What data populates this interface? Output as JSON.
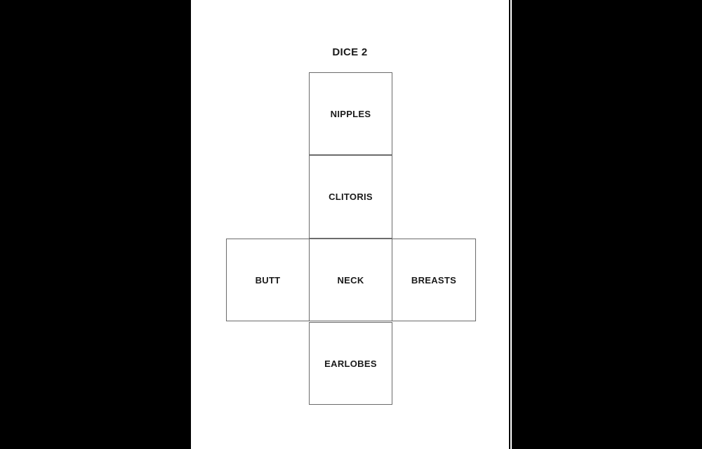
{
  "viewer": {
    "background_color": "#000000"
  },
  "page": {
    "title": "DICE 2",
    "background_color": "#ffffff",
    "line_color": "#6b6b6b",
    "text_color": "#1a1a1a"
  },
  "dice_net": {
    "description": "Unfolded cube (dice) net with six labeled faces",
    "faces": [
      {
        "position": "top-of-column",
        "label": "NIPPLES"
      },
      {
        "position": "second-in-column",
        "label": "CLITORIS"
      },
      {
        "position": "middle-row-left",
        "label": "BUTT"
      },
      {
        "position": "middle-row-center",
        "label": "NECK"
      },
      {
        "position": "middle-row-right",
        "label": "BREASTS"
      },
      {
        "position": "bottom-of-column",
        "label": "EARLOBES"
      }
    ]
  }
}
